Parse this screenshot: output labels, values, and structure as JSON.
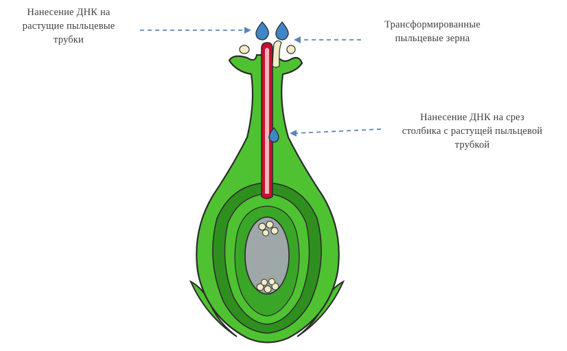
{
  "labels": {
    "dna_on_pollen_tubes": [
      "Нанесение ДНК на",
      "растущие пыльцевые",
      "трубки"
    ],
    "transformed_pollen_grains": [
      "Трансформированные",
      "пыльцевые зерна"
    ],
    "dna_on_style_cut": [
      "Нанесение ДНК на срез",
      "столбика с растущей пыльцевой",
      "трубкой"
    ]
  },
  "colors": {
    "pistil_green": "#4fc232",
    "pistil_dark_green": "#2f8f1e",
    "outline": "#2b2b2b",
    "pollen_tube_red": "#c8102e",
    "pollen_tube_inner": "#f3b6c0",
    "dna_drop_blue": "#3f86c9",
    "embryo_sac_gray": "#9ea8a8",
    "pollen_grain_cream": "#f2ebc6",
    "arrow_blue": "#5a86b8"
  },
  "icons": {
    "dna_drop": "water-drop-icon",
    "pollen_grain": "pollen-grain-icon"
  }
}
